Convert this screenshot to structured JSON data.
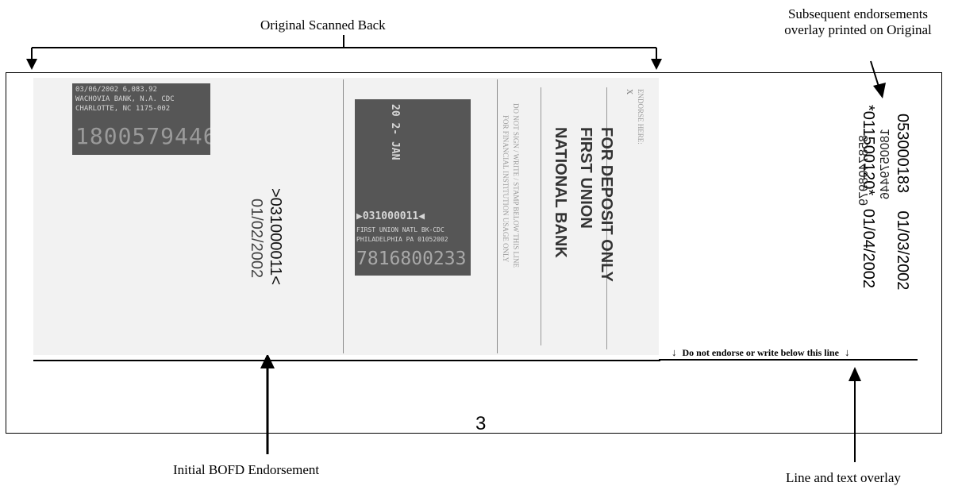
{
  "captions": {
    "original_scanned_back": "Original Scanned Back",
    "subsequent_line1": "Subsequent endorsements",
    "subsequent_line2": "overlay printed on Original",
    "initial_bofd": "Initial BOFD Endorsement",
    "line_text_overlay": "Line and text overlay"
  },
  "check_back": {
    "page_number": "3",
    "do_not_endorse": "Do not endorse or write below this line",
    "arrow_glyph": "↓"
  },
  "scanned": {
    "stamp1": {
      "line1": "03/06/2002   6,083.92",
      "line2": "WACHOVIA BANK, N.A.  CDC",
      "line3": "CHARLOTTE, NC    1175-002",
      "number": "1800579446"
    },
    "bofd": {
      "routing": ">031000011<",
      "date": "01/02/2002"
    },
    "stamp2": {
      "date": "20 2- JAN",
      "routing": "▶031000011◀",
      "line2": "FIRST UNION NATL BK-CDC",
      "line3": "PHILADELPHIA PA 01052002",
      "number": "7816800233"
    },
    "stamp_below_line1": "DO NOT SIGN / WRITE / STAMP BELOW THIS LINE",
    "stamp_below_line2": "FOR FINANCIAL INSTITUTION USAGE ONLY",
    "deposit": {
      "line1": "FOR DEPOSIT ONLY",
      "line2": "FIRST UNION",
      "line3": "NATIONAL BANK"
    },
    "endorse_here": "ENDORSE HERE:",
    "x_mark": "X"
  },
  "subsequent": {
    "line1": "053000183    01/03/2002",
    "line2": "*011500120*   01/04/2002",
    "mirror1": "1800579446",
    "mirror2": "8587408979"
  }
}
